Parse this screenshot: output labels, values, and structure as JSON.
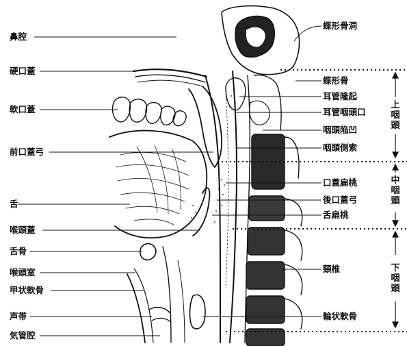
{
  "labels_left": {
    "nasal_cavity": "鼻腔",
    "hard_palate": "硬口蓋",
    "soft_palate": "軟口蓋",
    "palatoglossal_arch": "前口蓋弓",
    "tongue": "舌",
    "epiglottis": "喉頭蓋",
    "hyoid": "舌骨",
    "laryngeal_ventricle": "喉頭室",
    "thyroid_cartilage": "甲状軟骨",
    "vocal_cord": "声帯",
    "tracheal_cavity": "気管腔"
  },
  "labels_right": {
    "sphenoid_sinus": "蝶形骨洞",
    "sphenoid_bone": "蝶形骨",
    "torus_tubarius": "耳管隆起",
    "pharyngeal_opening": "耳管咽頭口",
    "pharyngeal_recess": "咽頭陥凹",
    "lateral_band": "咽頭側索",
    "palatine_tonsil": "口蓋扁桃",
    "palatopharyngeal_arch": "後口蓋弓",
    "lingual_tonsil": "舌扁桃",
    "cervical_vertebra": "頸椎",
    "cricoid_cartilage": "輪状軟骨"
  },
  "regions": {
    "nasopharynx": "上咽頭",
    "oropharynx": "中咽頭",
    "hypopharynx": "下咽頭"
  },
  "colors": {
    "ink": "#111111",
    "background": "#ffffff"
  }
}
